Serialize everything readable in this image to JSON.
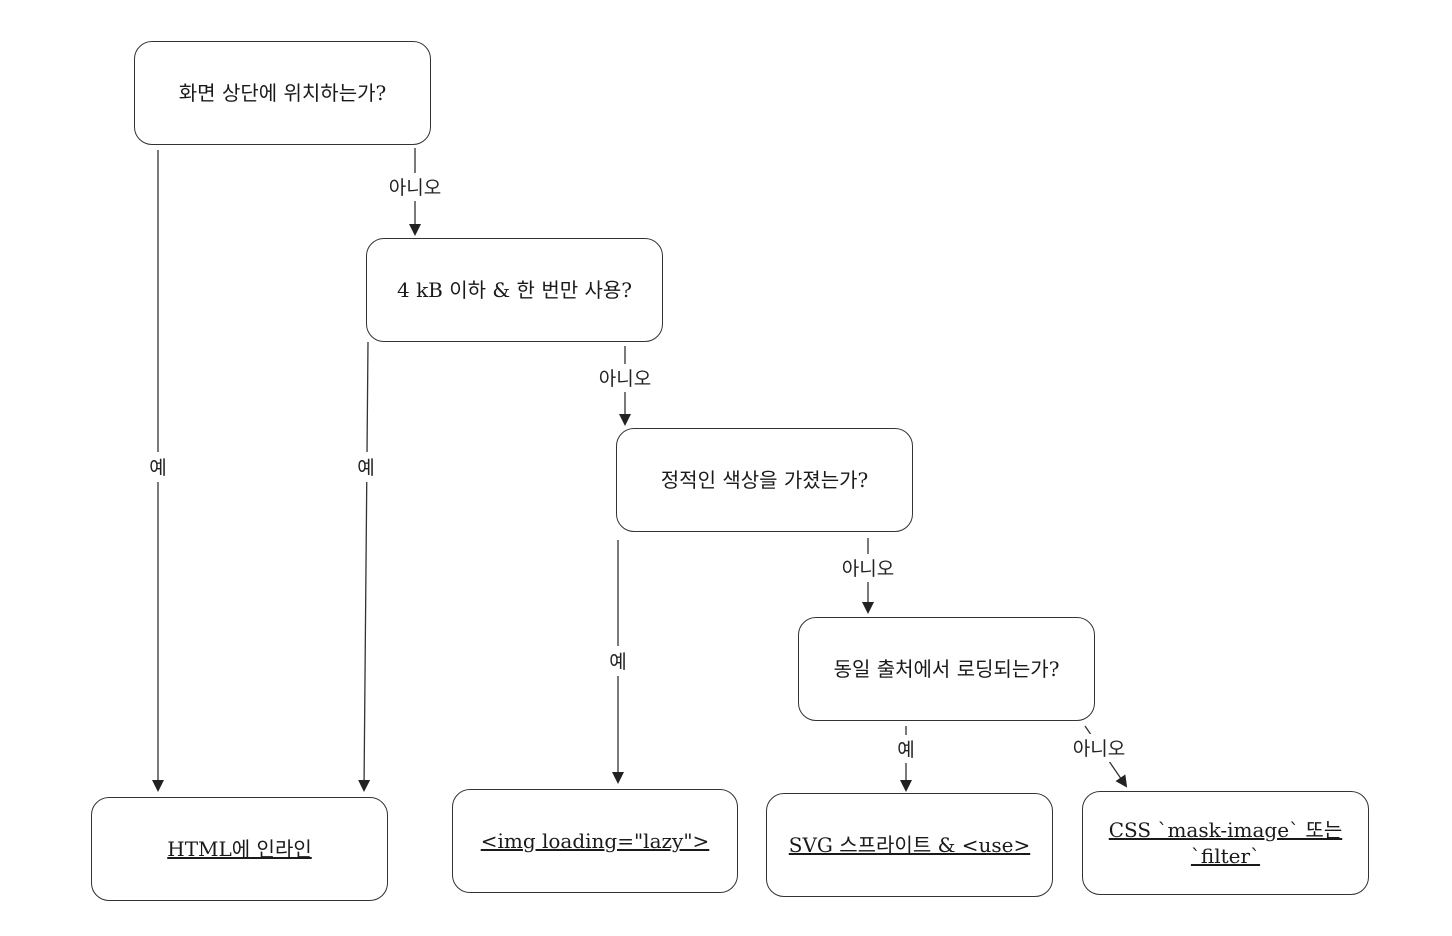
{
  "decisions": {
    "d1": "화면 상단에 위치하는가?",
    "d2": "4 kB 이하 & 한 번만 사용?",
    "d3": "정적인 색상을 가졌는가?",
    "d4": "동일 출처에서 로딩되는가?"
  },
  "results": {
    "r1": "HTML에 인라인",
    "r2": "<img loading=\"lazy\">",
    "r3": "SVG 스프라이트 & <use>",
    "r4": "CSS `mask-image` 또는 `filter`"
  },
  "edges": {
    "yes": "예",
    "no": "아니오"
  }
}
